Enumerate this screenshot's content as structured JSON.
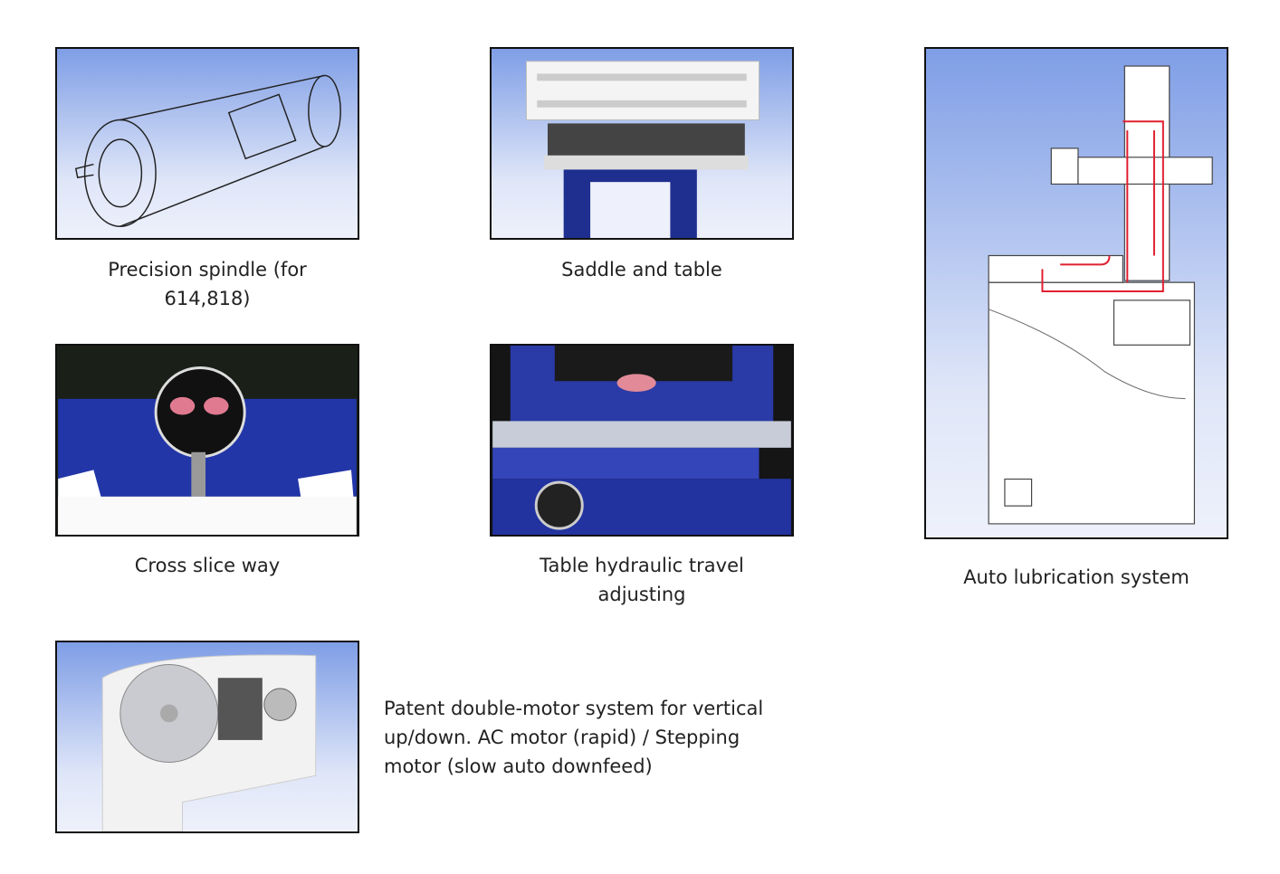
{
  "features": [
    {
      "caption": "Precision spindle (for 614,818)",
      "icon": "spindle-drawing"
    },
    {
      "caption": "Saddle and table",
      "icon": "saddle-table-photo"
    },
    {
      "caption": "Auto lubrication system",
      "icon": "lubrication-diagram"
    },
    {
      "caption": "Cross slice way",
      "icon": "cross-slide-photo"
    },
    {
      "caption": "Table hydraulic travel adjusting",
      "icon": "hydraulic-table-photo"
    },
    {
      "caption": "Patent double-motor system for vertical up/down. AC motor (rapid) / Stepping motor (slow auto downfeed)",
      "icon": "double-motor-photo"
    }
  ]
}
